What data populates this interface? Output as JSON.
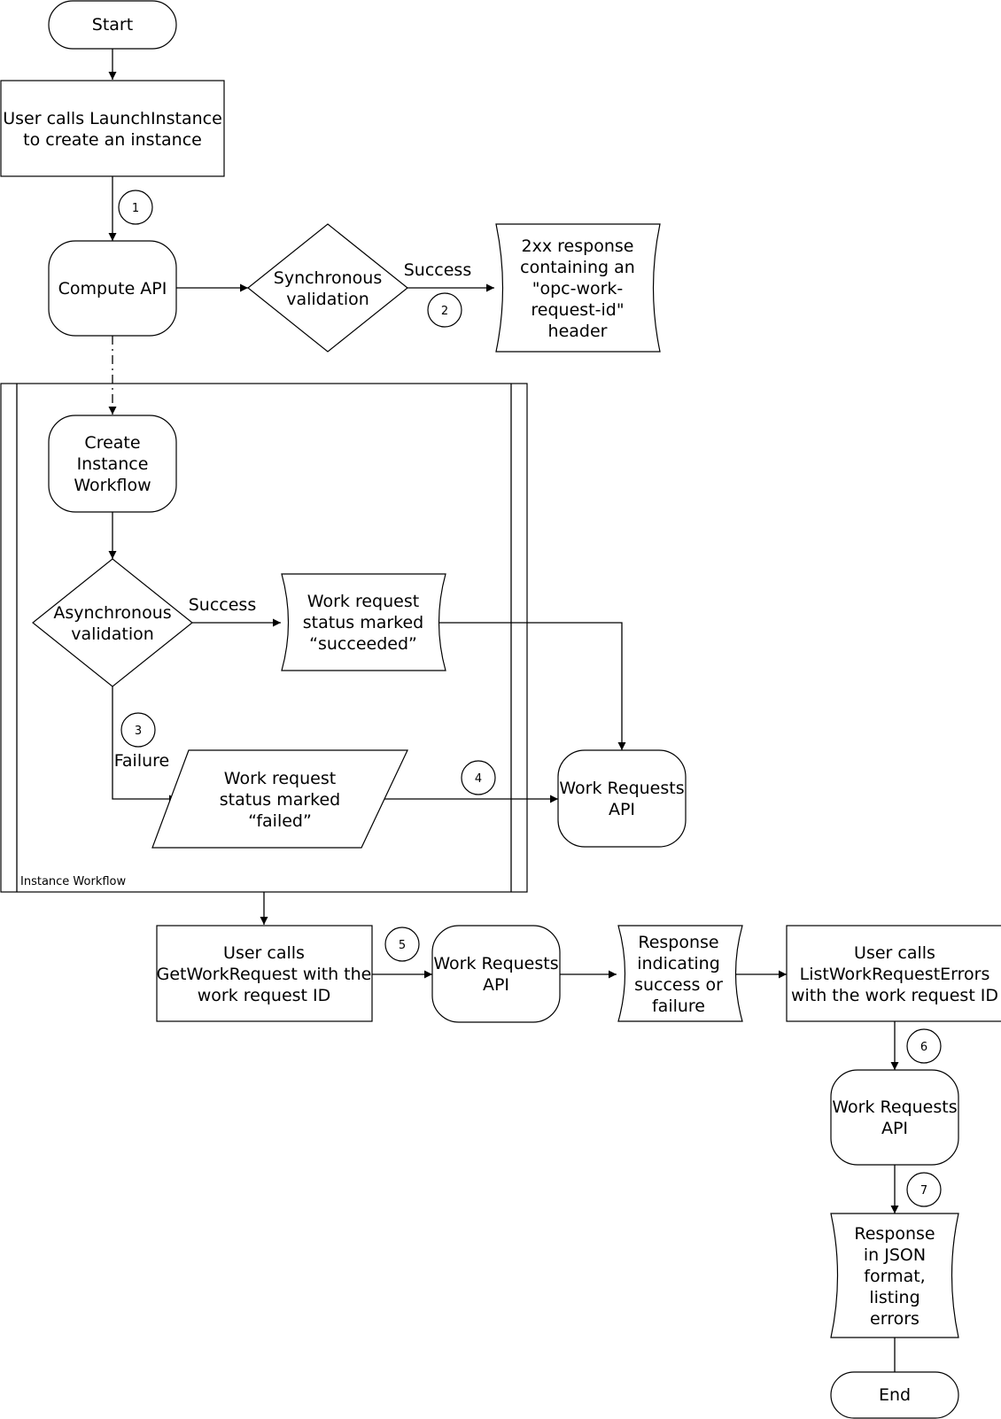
{
  "diagram": {
    "nodes": {
      "start": {
        "label": "Start"
      },
      "launch": {
        "lines": [
          "User calls LaunchInstance",
          "to create an instance"
        ]
      },
      "compute_api": {
        "label": "Compute API"
      },
      "sync_validation": {
        "lines": [
          "Synchronous",
          "validation"
        ]
      },
      "response_2xx": {
        "lines": [
          "2xx response",
          "containing an",
          "\"opc-work-",
          "request-id\"",
          "header"
        ]
      },
      "create_workflow": {
        "lines": [
          "Create",
          "Instance",
          "Workflow"
        ]
      },
      "async_validation": {
        "lines": [
          "Asynchronous",
          "validation"
        ]
      },
      "status_succeeded": {
        "lines": [
          "Work request",
          "status marked",
          "“succeeded”"
        ]
      },
      "status_failed": {
        "lines": [
          "Work request",
          "status marked",
          "“failed”"
        ]
      },
      "work_requests_api_1": {
        "lines": [
          "Work Requests",
          "API"
        ]
      },
      "get_work_request": {
        "lines": [
          "User calls",
          "GetWorkRequest with the",
          "work request ID"
        ]
      },
      "work_requests_api_2": {
        "lines": [
          "Work Requests",
          "API"
        ]
      },
      "response_success_failure": {
        "lines": [
          "Response",
          "indicating",
          "success or",
          "failure"
        ]
      },
      "list_errors": {
        "lines": [
          "User calls",
          "ListWorkRequestErrors",
          "with the work request ID"
        ]
      },
      "work_requests_api_3": {
        "lines": [
          "Work Requests",
          "API"
        ]
      },
      "response_json": {
        "lines": [
          "Response",
          "in JSON",
          "format,",
          "listing",
          "errors"
        ]
      },
      "end": {
        "label": "End"
      }
    },
    "container_label": "Instance Workflow",
    "edge_labels": {
      "sync_success": "Success",
      "async_success": "Success",
      "async_failure": "Failure"
    },
    "steps": [
      "1",
      "2",
      "3",
      "4",
      "5",
      "6",
      "7"
    ]
  }
}
